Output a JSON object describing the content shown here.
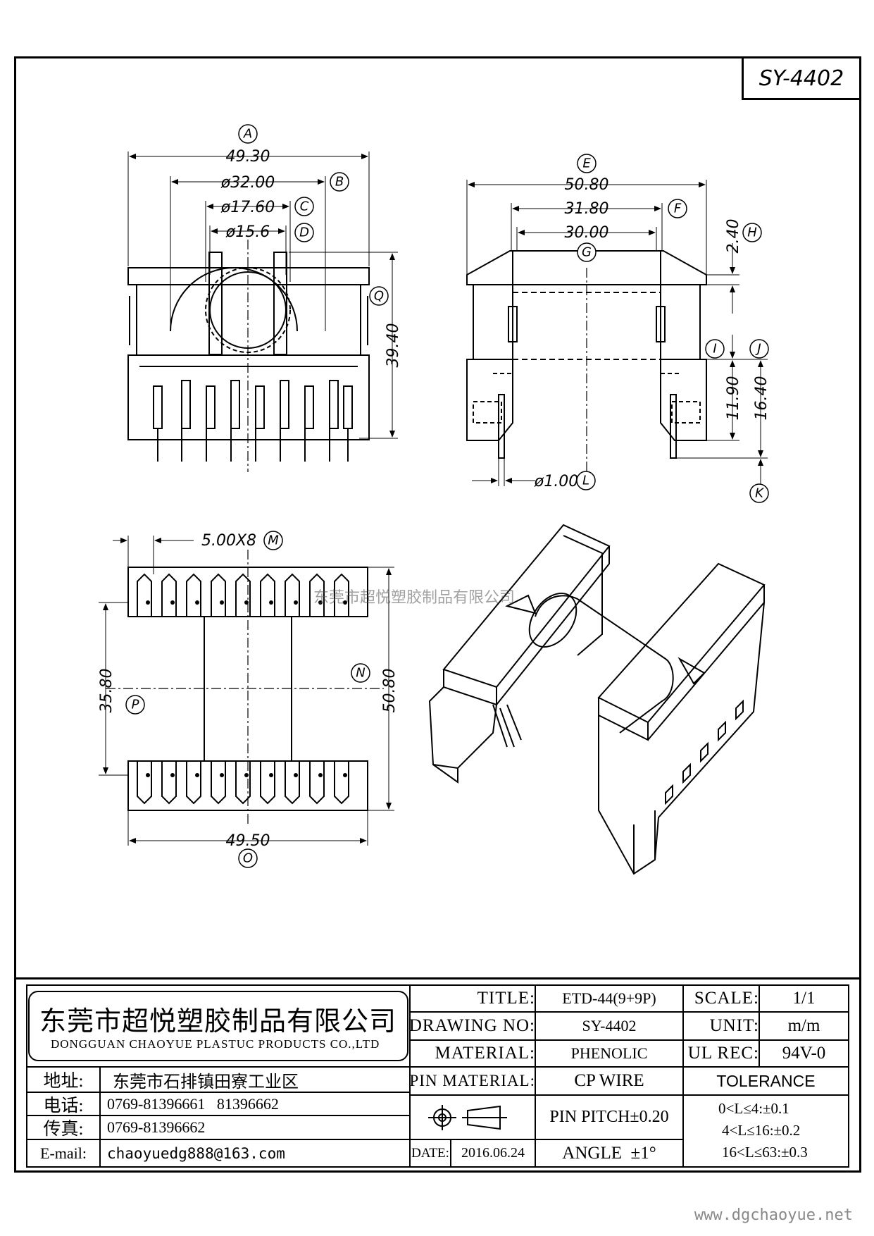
{
  "part_number": "SY-4402",
  "front_view": {
    "dims": {
      "A": "49.30",
      "B": "ø32.00",
      "C": "ø17.60",
      "D": "ø15.6",
      "Q": "39.40"
    }
  },
  "side_view": {
    "dims": {
      "E": "50.80",
      "F": "31.80",
      "G": "30.00",
      "H": "2.40",
      "I_J": "11.90",
      "K": "16.40",
      "L": "ø1.00"
    }
  },
  "bottom_view": {
    "dims": {
      "M": "5.00X8",
      "N": "50.80",
      "P": "35.80",
      "O": "49.50"
    }
  },
  "callouts": [
    "A",
    "B",
    "C",
    "D",
    "E",
    "F",
    "G",
    "H",
    "I",
    "J",
    "K",
    "L",
    "M",
    "N",
    "O",
    "P",
    "Q"
  ],
  "watermark": "东莞市超悦塑胶制品有限公司",
  "title_block": {
    "company_cn": "东莞市超悦塑胶制品有限公司",
    "company_en": "DONGGUAN CHAOYUE PLASTUC PRODUCTS CO.,LTD",
    "address_label": "地址:",
    "address": "东莞市石排镇田寮工业区",
    "phone_label": "电话:",
    "phone": "0769-81396661   81396662",
    "fax_label": "传真:",
    "fax": "0769-81396662",
    "email_label": "E-mail:",
    "email": "chaoyuedg888@163.com",
    "title_label": "TITLE:",
    "title": "ETD-44(9+9P)",
    "drawing_no_label": "DRAWING NO:",
    "drawing_no": "SY-4402",
    "material_label": "MATERIAL:",
    "material": "PHENOLIC",
    "pin_material_label": "PIN MATERIAL:",
    "pin_material": "CP WIRE",
    "date_label": "DATE:",
    "date": "2016.06.24",
    "pin_pitch": "PIN PITCH±0.20",
    "angle": "ANGLE  ±1°",
    "scale_label": "SCALE:",
    "scale": "1/1",
    "unit_label": "UNIT:",
    "unit": "m/m",
    "ul_label": "UL REC:",
    "ul": "94V-0",
    "tolerance_label": "TOLERANCE",
    "tolerances": [
      "0<L≤4:±0.1",
      "4<L≤16:±0.2",
      "16<L≤63:±0.3"
    ]
  },
  "website": "www.dgchaoyue.net"
}
